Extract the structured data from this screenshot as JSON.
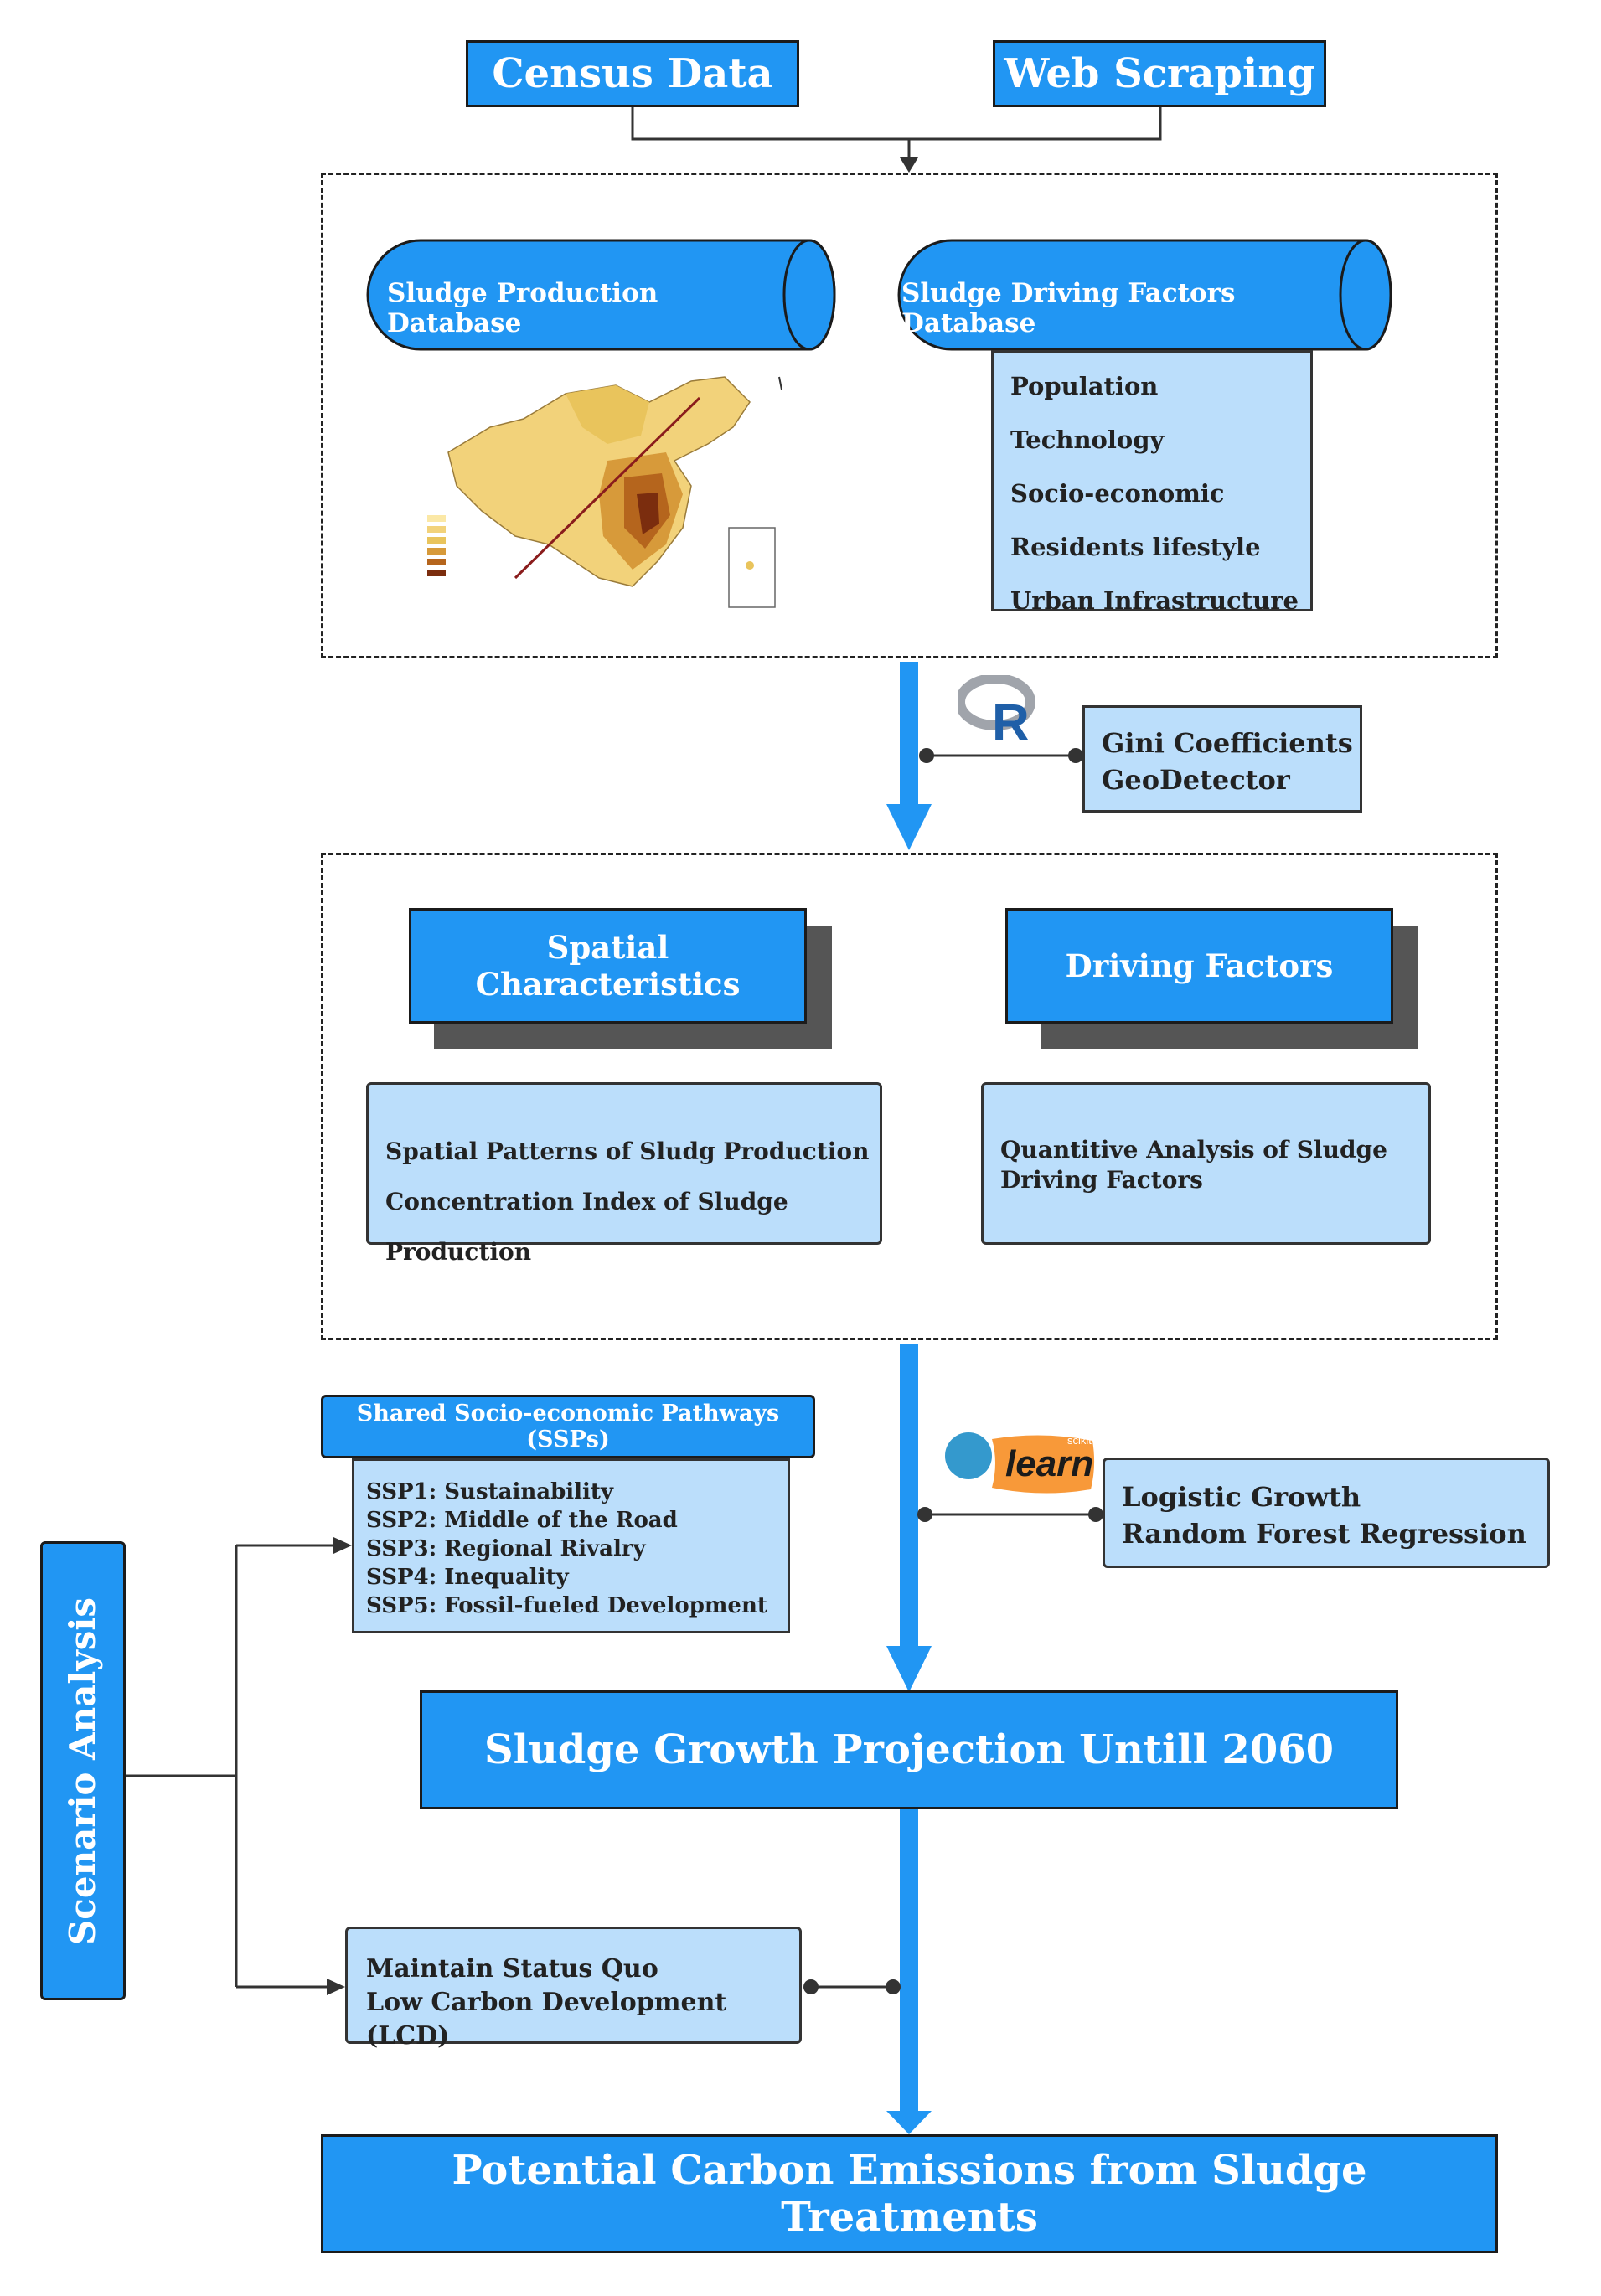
{
  "sources": {
    "census": "Census Data",
    "web": "Web Scraping"
  },
  "databases": {
    "production": "Sludge Production Database",
    "driving": "Sludge Driving Factors Database",
    "driving_items": [
      "Population",
      "Technology",
      "Socio-economic",
      "Residents lifestyle",
      "Urban Infrastructure"
    ]
  },
  "tools1": {
    "logo": "R",
    "lines": [
      "Gini Coefficients",
      "GeoDetector"
    ]
  },
  "analysis": {
    "spatial_title": "Spatial Characteristics",
    "driving_title": "Driving Factors",
    "spatial_items": [
      "Spatial Patterns of Sludg Production",
      "Concentration Index of Sludge Production"
    ],
    "driving_desc": "Quantitive Analysis of Sludge Driving Factors"
  },
  "ssp": {
    "title": "Shared Socio-economic Pathways (SSPs)",
    "items": [
      "SSP1: Sustainability",
      "SSP2: Middle of the Road",
      "SSP3: Regional Rivalry",
      "SSP4: Inequality",
      "SSP5: Fossil-fueled Development"
    ]
  },
  "tools2": {
    "logo_small": "scikit",
    "logo_main": "learn",
    "lines": [
      "Logistic Growth",
      "Random Forest Regression"
    ]
  },
  "projection": "Sludge Growth Projection Untill 2060",
  "scenario": {
    "label": "Scenario Analysis",
    "options": [
      "Maintain Status Quo",
      "Low Carbon Development (LCD)"
    ]
  },
  "final": "Potential Carbon Emissions from Sludge Treatments",
  "colors": {
    "accent": "#2196f3",
    "light": "#bbdefb",
    "dark": "#1b1b1b"
  }
}
